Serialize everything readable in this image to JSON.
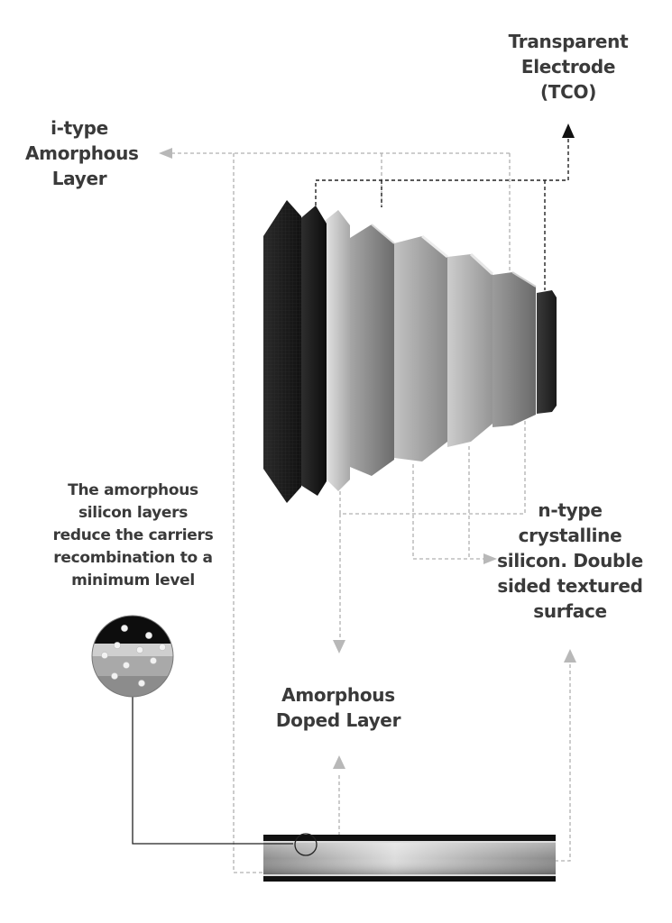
{
  "labels": {
    "tco": [
      "Transparent",
      "Electrode",
      "(TCO)"
    ],
    "i_type": [
      "i-type",
      "Amorphous",
      "Layer"
    ],
    "n_type": [
      "n-type",
      "crystalline",
      "silicon. Double",
      "sided textured",
      "surface"
    ],
    "doped": [
      "Amorphous",
      "Doped Layer"
    ],
    "note": [
      "The amorphous",
      "silicon layers",
      "reduce the carriers",
      "recombination to a",
      "minimum level"
    ]
  },
  "colors": {
    "text": "#3a3a3a",
    "dashed_gray": "#b0b0b0",
    "dashed_dark": "#222222",
    "arrow_gray": "#b8b8b8",
    "arrow_dark": "#111111"
  }
}
